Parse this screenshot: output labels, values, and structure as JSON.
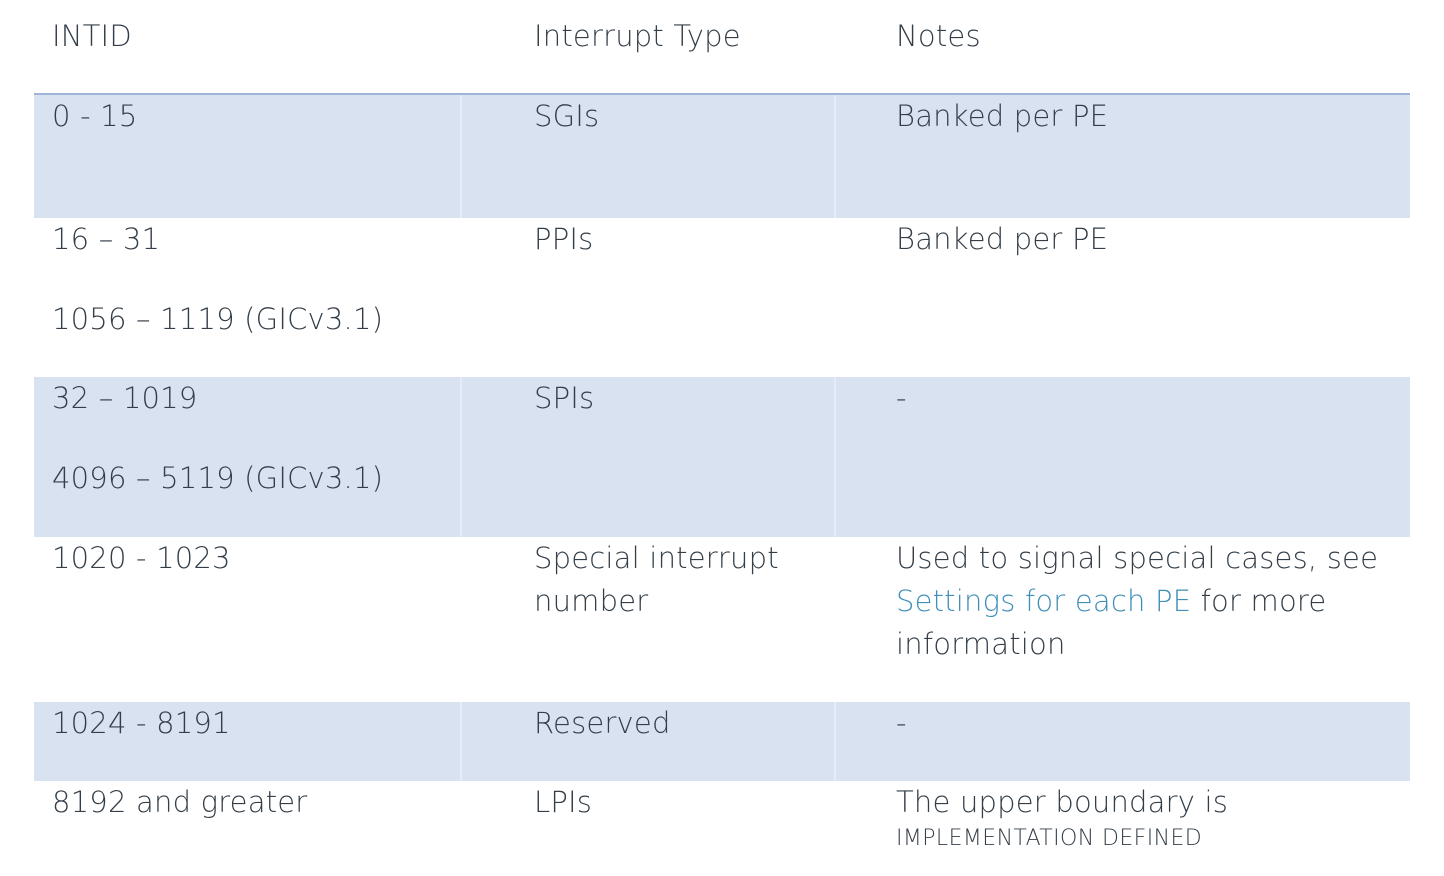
{
  "table": {
    "headers": [
      "INTID",
      "Interrupt Type",
      "Notes"
    ],
    "rows": [
      {
        "intid": [
          "0 - 15"
        ],
        "type": [
          "SGIs"
        ],
        "notes": [
          "Banked per PE"
        ]
      },
      {
        "intid": [
          "16 – 31",
          "1056 – 1119 (GICv3.1)"
        ],
        "type": [
          "PPIs"
        ],
        "notes": [
          "Banked per PE"
        ]
      },
      {
        "intid": [
          "32 – 1019",
          "4096 – 5119 (GICv3.1)"
        ],
        "type": [
          "SPIs"
        ],
        "notes": [
          "-"
        ]
      },
      {
        "intid": [
          "1020 - 1023"
        ],
        "type": [
          "Special interrupt",
          "number"
        ],
        "notes": {
          "line1": "Used to signal special cases, see",
          "link": "Settings for each PE",
          "line2_rest": " for more",
          "line3": "information"
        }
      },
      {
        "intid": [
          "1024 - 8191"
        ],
        "type": [
          "Reserved"
        ],
        "notes": [
          "-"
        ]
      },
      {
        "intid": [
          "8192 and greater"
        ],
        "type": [
          "LPIs"
        ],
        "notes": {
          "line1": "The upper boundary is",
          "small_caps": "IMPLEMENTATION DEFINED"
        }
      }
    ]
  },
  "colors": {
    "shaded_row": "#d9e2f1",
    "header_rule": "#9fb4d6",
    "text": "#333e48",
    "link": "#3f8fb8"
  }
}
